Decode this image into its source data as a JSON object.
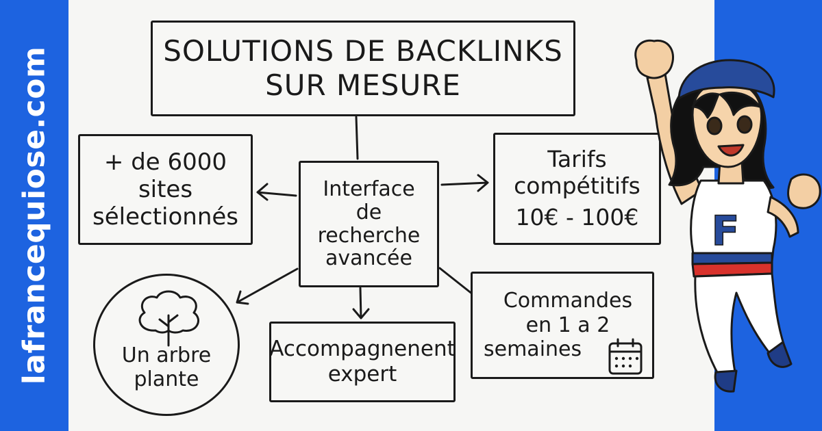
{
  "brand": {
    "site_name": "lafrancequiose.com"
  },
  "colors": {
    "blue_band": "#1d63e0",
    "ink": "#1a1a1a",
    "paper": "#f6f6f4",
    "flag_red": "#d8322c",
    "flag_blue": "#274b9b"
  },
  "diagram": {
    "title": {
      "line1": "SOLUTIONS DE BACKLINKS",
      "line2": "SUR MESURE"
    },
    "center": {
      "line1": "Interface",
      "line2": "de",
      "line3": "recherche",
      "line4": "avancée"
    },
    "sites": {
      "line1": "+ de 6000",
      "line2": "sites",
      "line3": "sélectionnés"
    },
    "tarifs": {
      "line1": "Tarifs",
      "line2": "compétitifs",
      "line3": "10€ - 100€"
    },
    "tree": {
      "line1": "Un arbre",
      "line2": "plante",
      "icon": "tree-icon"
    },
    "expert": {
      "line1": "Accompagnenent",
      "line2": "expert"
    },
    "commandes": {
      "line1": "Commandes",
      "line2": "en 1 a 2",
      "line3": "semaines",
      "icon": "calendar-icon"
    }
  },
  "mascot": {
    "shirt_letter": "F",
    "icon": "mascot-illustration"
  }
}
